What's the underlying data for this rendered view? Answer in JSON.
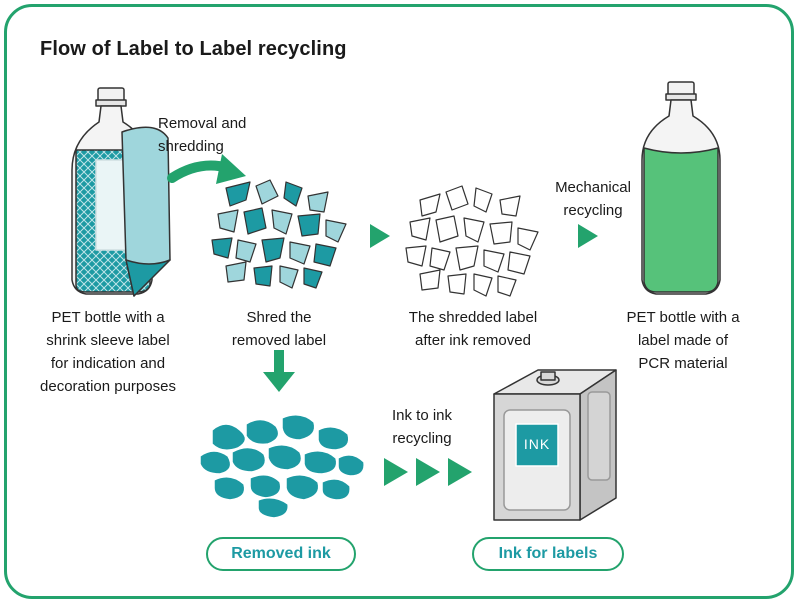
{
  "title": "Flow of Label to Label recycling",
  "labels": {
    "removal": [
      "Removal and",
      "shredding"
    ],
    "mechanical": [
      "Mechanical",
      "recycling"
    ],
    "ink_to_ink": [
      "Ink to ink",
      "recycling"
    ],
    "pet_bottle": [
      "PET bottle with a",
      "shrink sleeve label",
      "for indication and",
      "decoration purposes"
    ],
    "shred": [
      "Shred the",
      "removed label"
    ],
    "shredded_after": [
      "The shredded label",
      "after ink removed"
    ],
    "pet_pcr": [
      "PET bottle with a",
      "label made of",
      "PCR material"
    ]
  },
  "ink_can_text": "INK",
  "pills": {
    "removed_ink": "Removed ink",
    "ink_for_labels": "Ink for labels"
  },
  "colors": {
    "green": "#23a36d",
    "teal": "#1d9aa3",
    "bottle_green": "#56c27a",
    "light_teal": "#9fd6dc"
  }
}
